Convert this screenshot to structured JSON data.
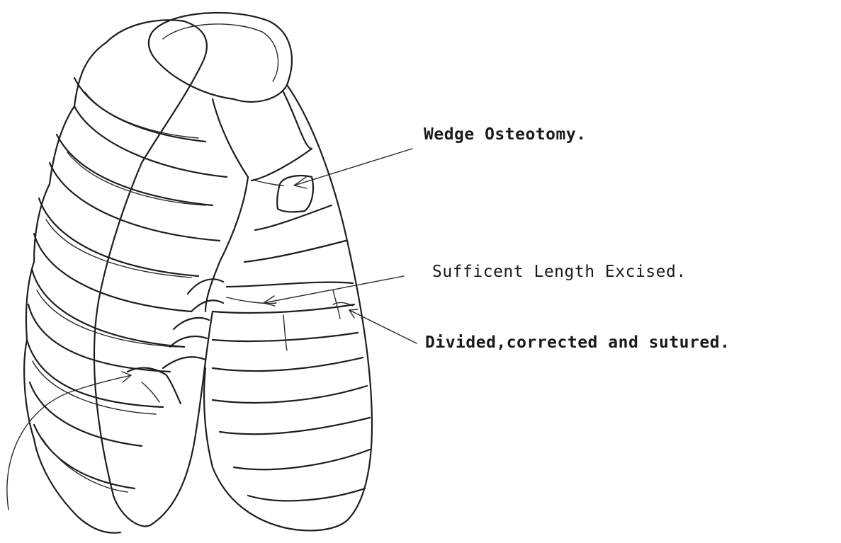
{
  "annotations": {
    "wedge": "Wedge Osteotomy.",
    "excised": "Sufficent Length Excised.",
    "divided": "Divided,corrected and sutured."
  },
  "colors": {
    "ink": "#1e1e1e",
    "paper": "#ffffff"
  }
}
